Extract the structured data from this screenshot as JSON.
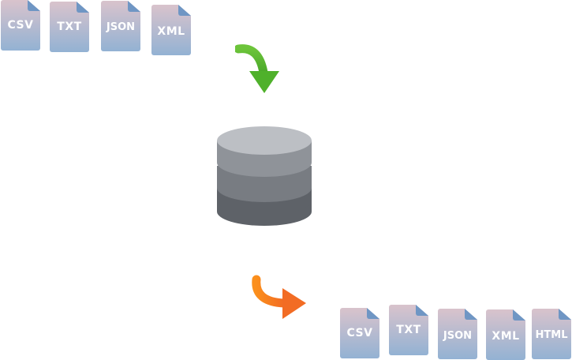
{
  "inputs": {
    "formats": [
      "CSV",
      "TXT",
      "JSON",
      "XML"
    ]
  },
  "outputs": {
    "formats": [
      "CSV",
      "TXT",
      "JSON",
      "XML",
      "HTML"
    ]
  },
  "icons": {
    "file": "file-icon",
    "database": "database-icon",
    "input_arrow": "arrow-down-icon",
    "output_arrow": "arrow-right-icon"
  },
  "colors": {
    "file_top": "#d9c3cc",
    "file_bottom": "#93b2d3",
    "file_fold": "#6f96c4",
    "input_arrow": "#5ab82e",
    "output_arrow": "#f57b21",
    "db_top": "#bcbfc4",
    "db_layer1": "#8f9399",
    "db_layer2": "#787c82",
    "db_layer3": "#5e6268"
  }
}
